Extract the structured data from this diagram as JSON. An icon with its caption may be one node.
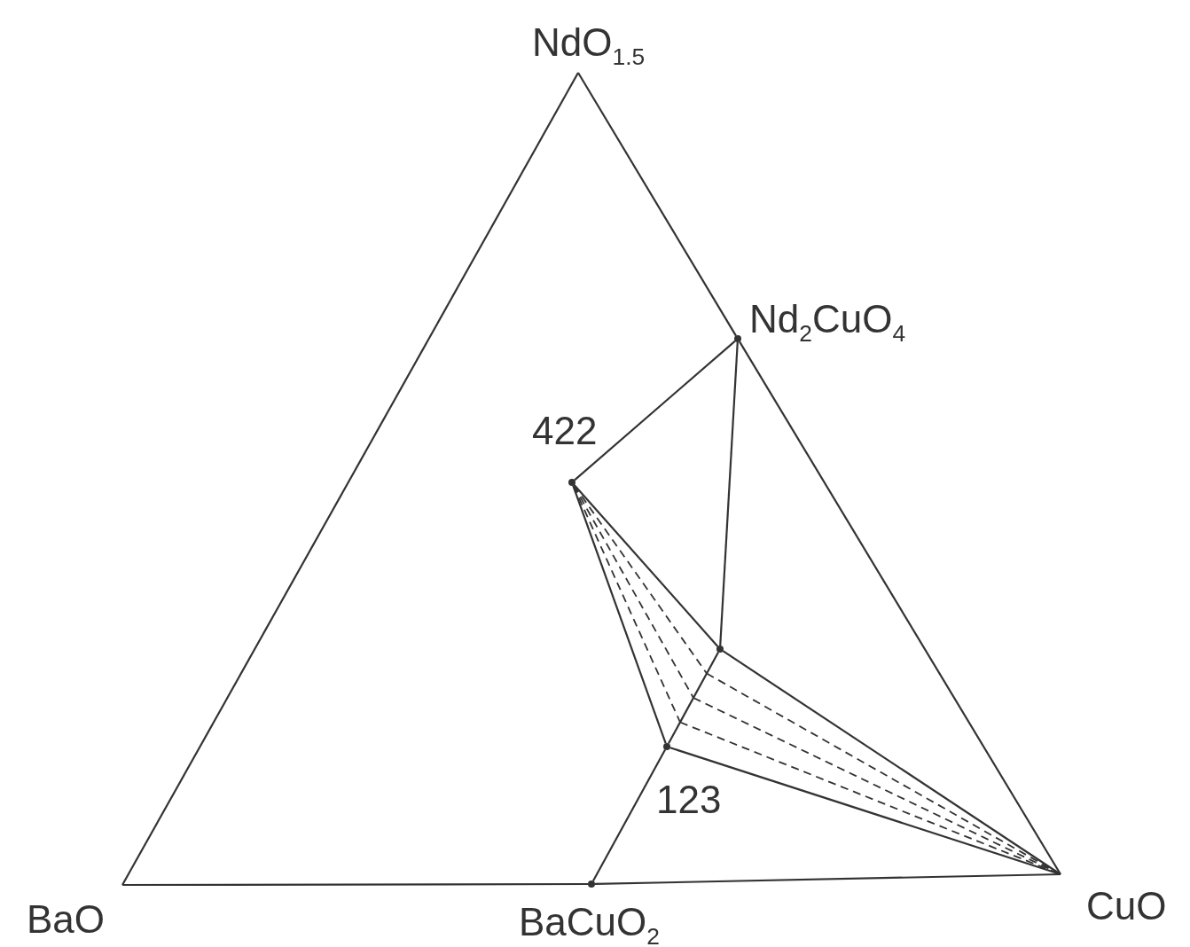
{
  "diagram": {
    "nodes": [
      {
        "text": [
          "NdO$_{1.5}$"
        ]
      },
      {
        "text": [
          "Nd$_{2}$CuO$_{4}$"
        ]
      },
      {
        "text": [
          "422"
        ]
      },
      {
        "text": [],
        "shape": "circle"
      },
      {
        "text": [
          "123"
        ]
      },
      {
        "text": [
          "BaO"
        ]
      },
      {
        "text": [
          "BaCuO$_{2}$"
        ]
      },
      {
        "text": [
          "CuO"
        ]
      }
    ],
    "edges": [
      {
        "from": 5,
        "to": 0,
        "arrow": "none"
      },
      {
        "from": 0,
        "to": 1,
        "arrow": "none"
      },
      {
        "from": 1,
        "to": 7,
        "arrow": "none"
      },
      {
        "from": 5,
        "to": 6,
        "arrow": "none"
      },
      {
        "from": 6,
        "to": 7,
        "arrow": "none"
      },
      {
        "from": 1,
        "to": 2,
        "arrow": "none"
      },
      {
        "from": 1,
        "to": 3,
        "arrow": "none"
      },
      {
        "from": 2,
        "to": 3,
        "arrow": "none"
      },
      {
        "from": 2,
        "to": 4,
        "arrow": "none"
      },
      {
        "from": 3,
        "to": 4,
        "arrow": "none"
      },
      {
        "from": 4,
        "to": 6,
        "arrow": "none"
      },
      {
        "from": 3,
        "to": 7,
        "arrow": "none"
      },
      {
        "from": 4,
        "to": 7,
        "arrow": "none"
      },
      {
        "from": 2,
        "to": null,
        "arrow": "none",
        "style": "dashed"
      },
      {
        "from": 2,
        "to": null,
        "arrow": "none",
        "style": "dashed"
      },
      {
        "from": 2,
        "to": null,
        "arrow": "none",
        "style": "dashed"
      },
      {
        "from": null,
        "to": 7,
        "arrow": "none",
        "style": "dashed"
      },
      {
        "from": null,
        "to": 7,
        "arrow": "none",
        "style": "dashed"
      },
      {
        "from": null,
        "to": 7,
        "arrow": "none",
        "style": "dashed"
      }
    ]
  }
}
